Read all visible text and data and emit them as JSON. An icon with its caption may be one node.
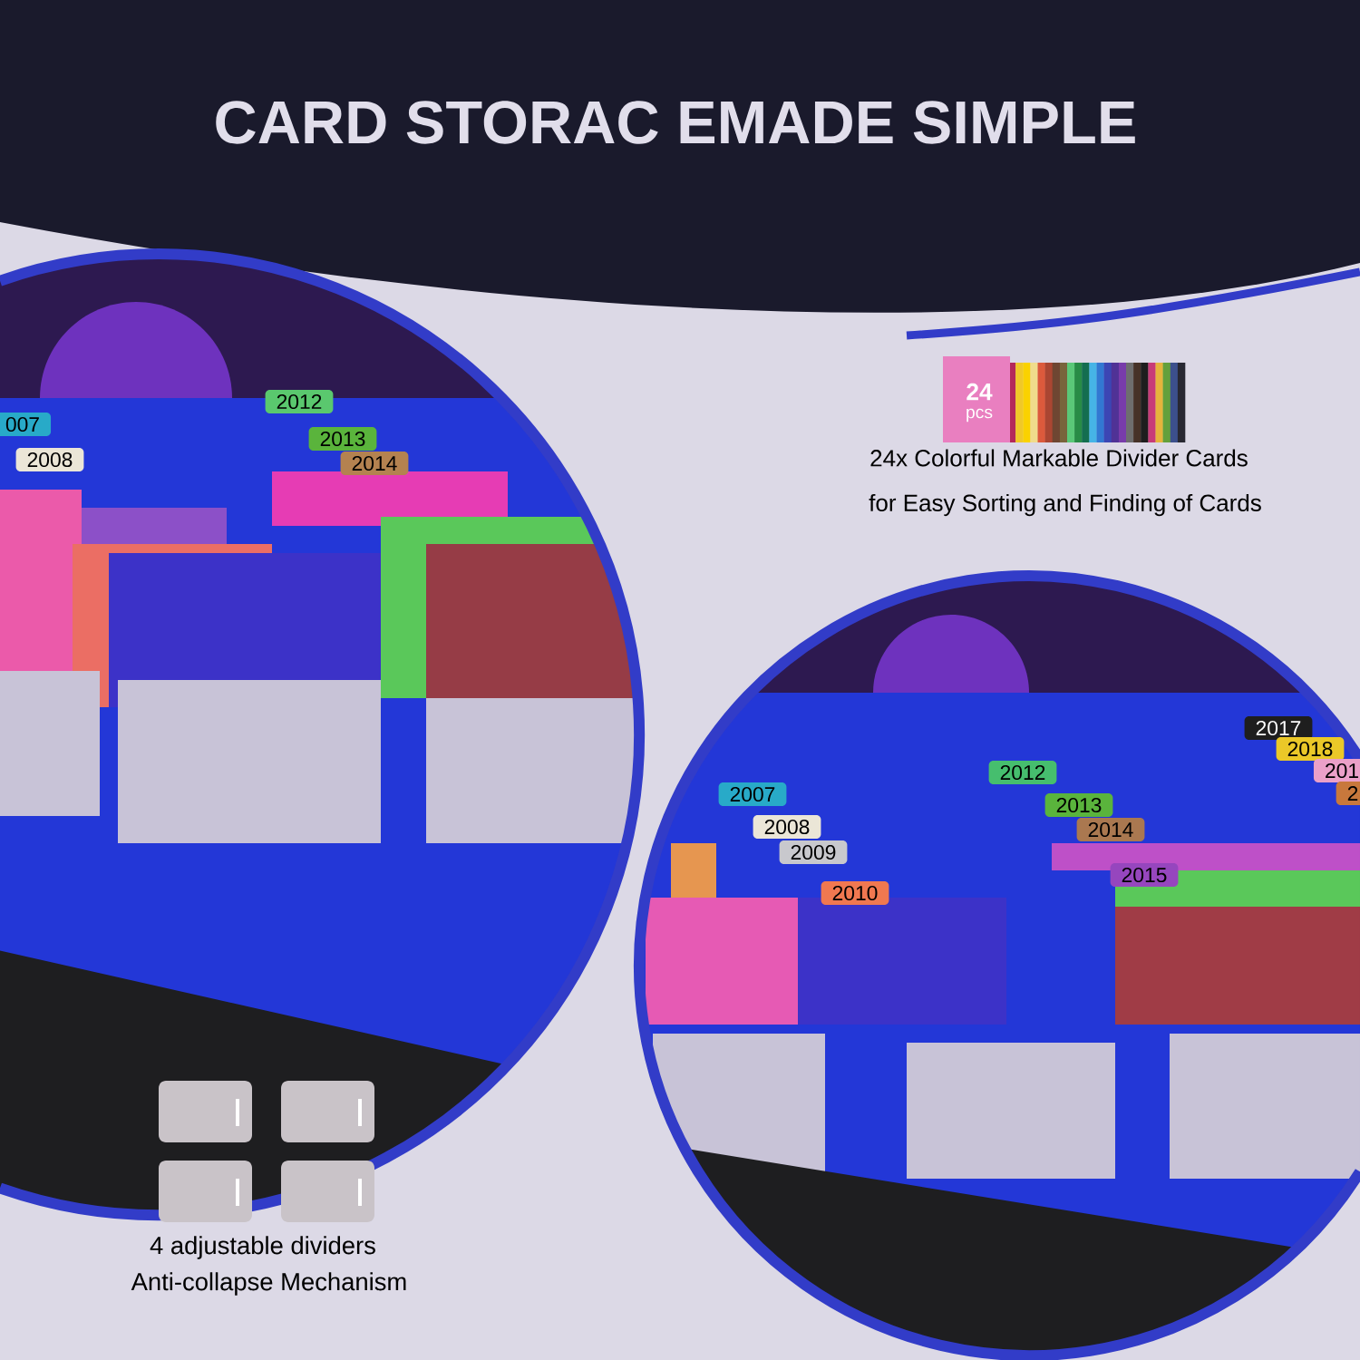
{
  "diagram": {
    "title": "CARD STORAC EMADE SIMPLE",
    "labels": [
      "2012",
      "007",
      "24",
      "2013",
      "pcs",
      "2008",
      "2014",
      "24x Colorful Markable Divider Cards",
      "for Easy Sorting and Finding of Cards",
      "2017",
      "2018",
      "2012",
      "201",
      "2007",
      "2",
      "2013",
      "2008",
      "2014",
      "2009",
      "2015",
      "2010",
      "4 adjustable dividers",
      "Anti-collapse Mechanism"
    ]
  }
}
